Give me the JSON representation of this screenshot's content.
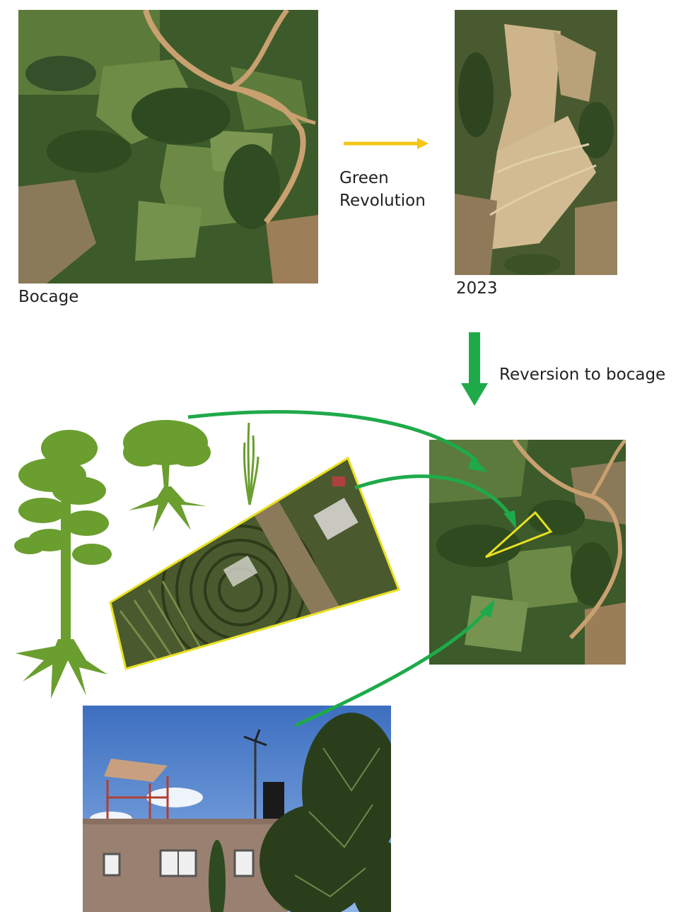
{
  "labels": {
    "bocage": "Bocage",
    "year": "2023",
    "green_revolution_line1": "Green",
    "green_revolution_line2": "Revolution",
    "reversion": "Reversion to bocage"
  },
  "colors": {
    "arrow_orange": "#f5c518",
    "arrow_green": "#1faa4a",
    "tree_green": "#6a9e2e",
    "highlight_yellow": "#e8e020"
  },
  "images": [
    "satellite-bocage-photo",
    "satellite-2023-photo",
    "satellite-reversion-photo",
    "garden-aerial-photo",
    "house-with-solar-and-wind-photo"
  ],
  "icons": [
    "pine-tree-icon",
    "broadleaf-tree-icon",
    "grass-plant-icon"
  ]
}
